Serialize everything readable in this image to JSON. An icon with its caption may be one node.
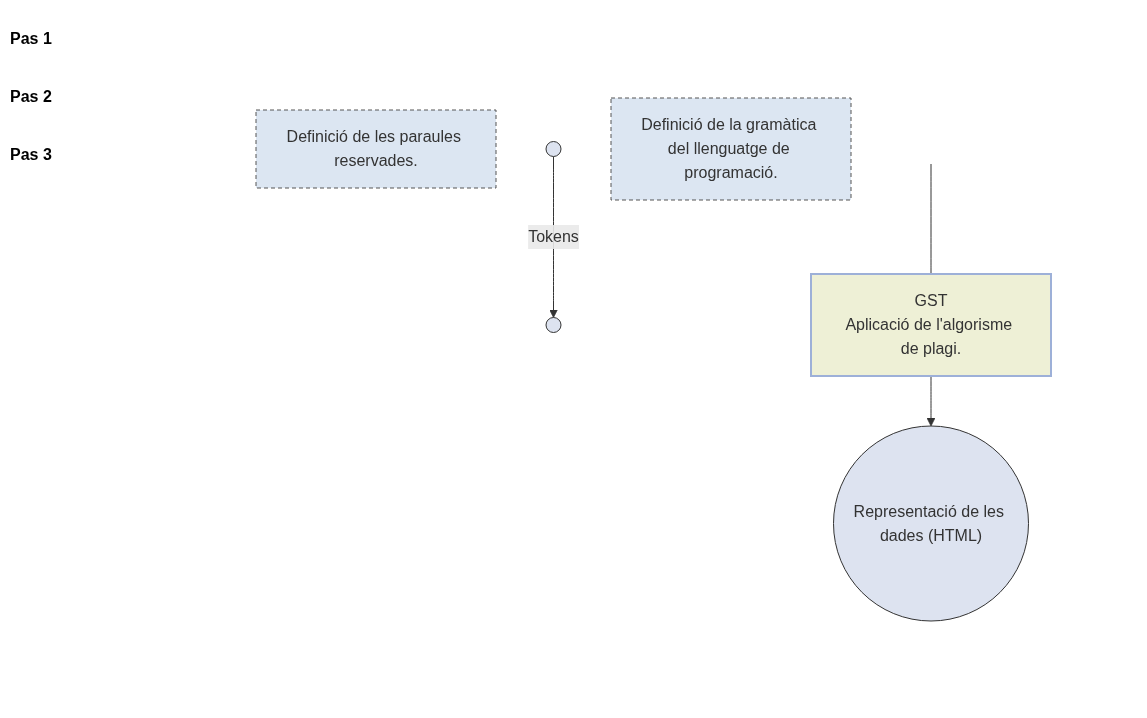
{
  "diagram": {
    "nodes": [
      {
        "text": [
          "Definició de les paraules reservades."
        ]
      },
      {
        "text": [],
        "shape": "circle"
      },
      {
        "text": [],
        "shape": "circle"
      },
      {
        "text": [
          "Definició de la gramàtica del llenguatge de programació."
        ]
      },
      {
        "text": [
          "GST",
          "Aplicació de l'algorisme de plagi."
        ]
      },
      {
        "text": [
          "Representació de les dades (HTML)"
        ]
      }
    ],
    "edges": [
      {
        "from": 1,
        "to": 2,
        "label": "Tokens",
        "arrow": "to"
      },
      {
        "from": null,
        "to": 4,
        "arrow": "none"
      },
      {
        "from": 4,
        "to": 5,
        "arrow": "to"
      }
    ],
    "labels": [
      "Pas 1",
      "Pas 2",
      "Pas 3"
    ]
  }
}
